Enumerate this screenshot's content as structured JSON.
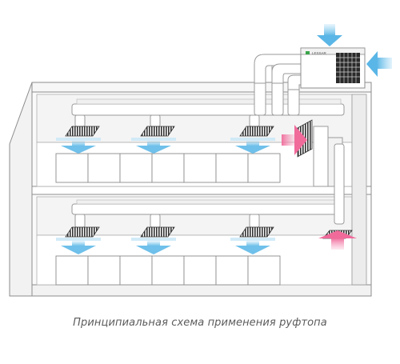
{
  "diagram": {
    "caption": "Принципиальная схема применения руфтопа",
    "unit_brand": "LESSAR",
    "colors": {
      "building_outline": "#8c8c8c",
      "wall_fill": "#f3f3f3",
      "floor_slab": "#ffffff",
      "duct_fill": "#ffffff",
      "duct_stroke": "#9a9a9a",
      "supply_air": "#7cc8ee",
      "return_air": "#f06a9a",
      "grille": "#3a3a3a",
      "unit_body": "#ffffff",
      "unit_grid": "#2a2a2a",
      "unit_logo": "#3aa64a"
    },
    "floors": [
      {
        "name": "upper-floor",
        "supply_grilles": 3,
        "return_grilles": 1
      },
      {
        "name": "lower-floor",
        "supply_grilles": 3,
        "return_grilles": 1
      }
    ]
  }
}
